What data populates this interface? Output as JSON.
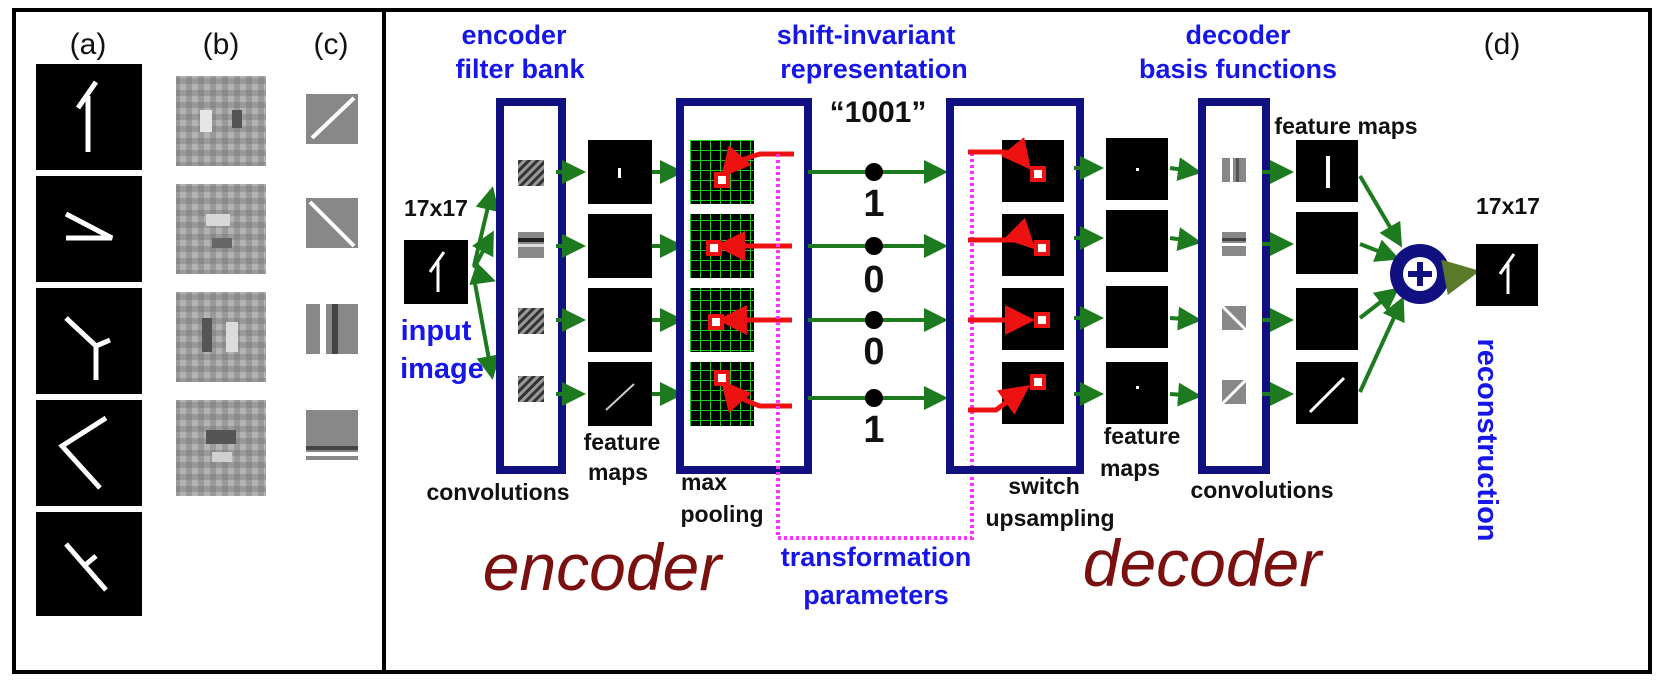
{
  "panels": {
    "a": "(a)",
    "b": "(b)",
    "c": "(c)",
    "d": "(d)"
  },
  "labels": {
    "encoder_filter_bank_1": "encoder",
    "encoder_filter_bank_2": "filter bank",
    "shift_invariant_1": "shift-invariant",
    "shift_invariant_2": "representation",
    "decoder_basis_1": "decoder",
    "decoder_basis_2": "basis functions",
    "code": "“1001”",
    "input_size": "17x17",
    "output_size": "17x17",
    "input_image_1": "input",
    "input_image_2": "image",
    "feature_maps_top": "feature maps",
    "convolutions_left": "convolutions",
    "feature_maps_left_1": "feature",
    "feature_maps_left_2": "maps",
    "max_pooling_1": "max",
    "max_pooling_2": "pooling",
    "switch_upsampling_1": "switch",
    "switch_upsampling_2": "upsampling",
    "feature_maps_right_1": "feature",
    "feature_maps_right_2": "maps",
    "convolutions_right": "convolutions",
    "reconstruction": "reconstruction",
    "encoder": "encoder",
    "decoder": "decoder",
    "transformation_1": "transformation",
    "transformation_2": "parameters"
  },
  "code_digits": [
    "1",
    "0",
    "0",
    "1"
  ],
  "colors": {
    "frame": "#101080",
    "arrow": "#1e7a1e",
    "switch": "#ee1111",
    "dotted": "#ff33ff",
    "grid": "#22cc22",
    "label_blue": "#1616e8",
    "encoder_red": "#7a1010"
  }
}
